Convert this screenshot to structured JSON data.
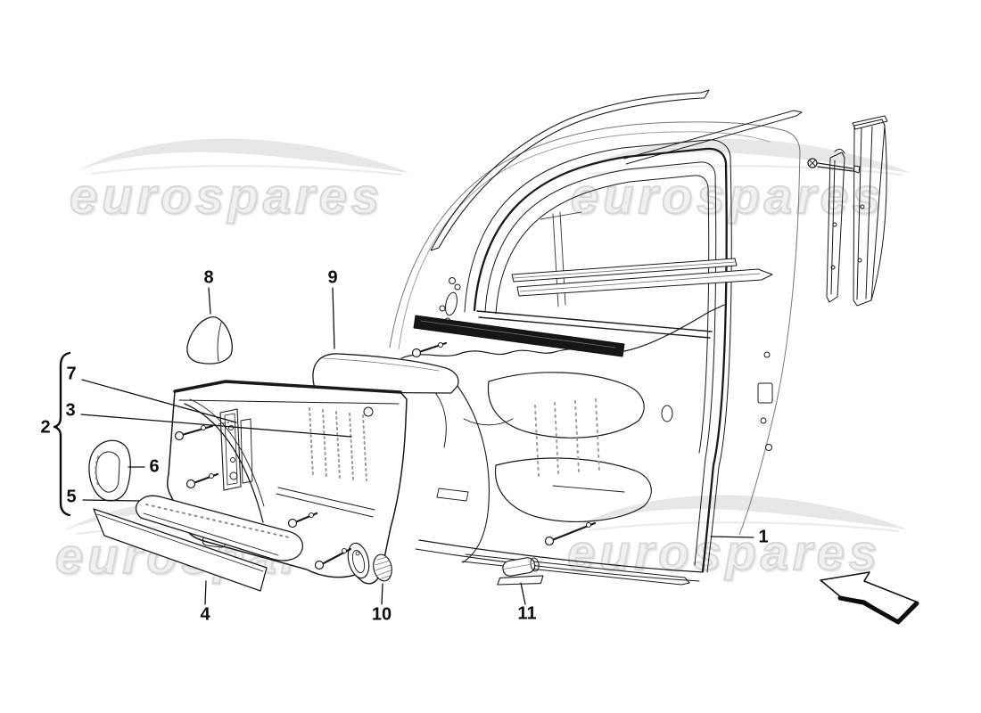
{
  "watermark": {
    "text": "eurospares"
  },
  "callouts": {
    "c1": "1",
    "c2": "2",
    "c3": "3",
    "c4": "4",
    "c5": "5",
    "c6": "6",
    "c7": "7",
    "c8": "8",
    "c9": "9",
    "c10": "10",
    "c11": "11"
  },
  "colors": {
    "background": "#ffffff",
    "line": "#1a1a1a",
    "watermark_fill": "#f3f1ef",
    "watermark_outline": "#dbd8d5",
    "belt_strip_dark": "#161616"
  }
}
